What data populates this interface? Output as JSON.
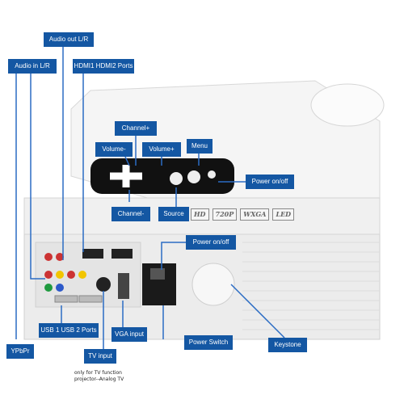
{
  "labels": {
    "audio_out": "Audio out L/R",
    "audio_in": "Audio in L/R",
    "hdmi": "HDMI1 HDMI2 Ports",
    "channel_plus": "Channel+",
    "volume_minus": "Volume-",
    "volume_plus": "Volume+",
    "menu": "Menu",
    "power_top": "Power on/off",
    "channel_minus": "Channel-",
    "source": "Source",
    "power_side": "Power on/off",
    "usb": "USB 1 USB 2 Ports",
    "vga": "VGA input",
    "power_switch": "Power Switch",
    "keystone": "Keystone",
    "ypbpr": "YPbPr",
    "tv_input": "TV input"
  },
  "spec_badges": [
    "HD",
    "720P",
    "WXGA",
    "LED"
  ],
  "tv_note_line1": "only for TV function",
  "tv_note_line2": "projector--Analog TV",
  "colors": {
    "label_bg": "#1457a3",
    "label_text": "#ffffff",
    "body": "#f2f2f2",
    "leader": "#2b6cc4"
  }
}
